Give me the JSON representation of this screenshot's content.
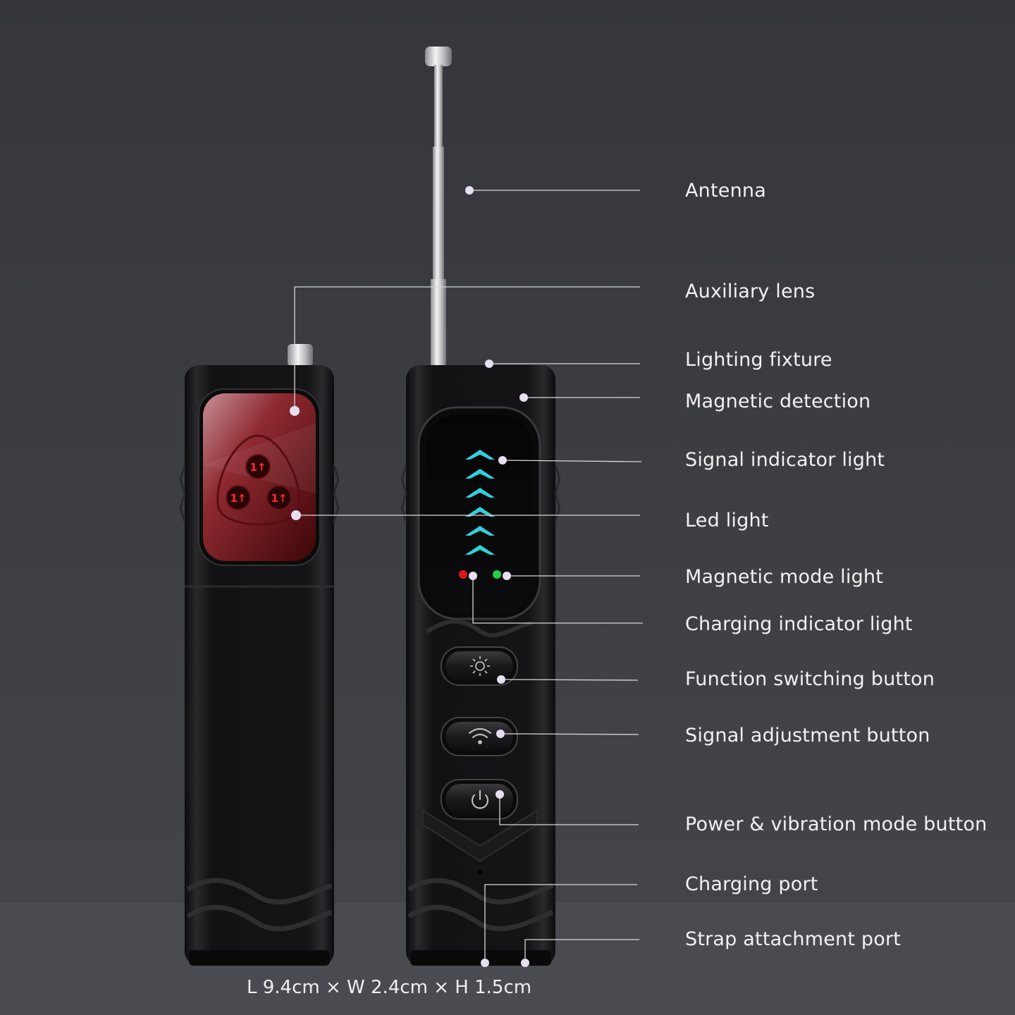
{
  "callouts": [
    {
      "id": "antenna",
      "label": "Antenna"
    },
    {
      "id": "auxiliary-lens",
      "label": "Auxiliary lens"
    },
    {
      "id": "lighting-fixture",
      "label": "Lighting fixture"
    },
    {
      "id": "magnetic-detection",
      "label": "Magnetic detection"
    },
    {
      "id": "signal-indicator-light",
      "label": "Signal indicator light"
    },
    {
      "id": "led-light",
      "label": "Led light"
    },
    {
      "id": "magnetic-mode-light",
      "label": "Magnetic mode light"
    },
    {
      "id": "charging-indicator-light",
      "label": "Charging indicator light"
    },
    {
      "id": "function-switching-button",
      "label": "Function switching button"
    },
    {
      "id": "signal-adjustment-button",
      "label": "Signal adjustment button"
    },
    {
      "id": "power-vibration-button",
      "label": "Power & vibration mode button"
    },
    {
      "id": "charging-port",
      "label": "Charging port"
    },
    {
      "id": "strap-attachment-port",
      "label": "Strap attachment port"
    }
  ],
  "dimensions": "L 9.4cm × W 2.4cm × H 1.5cm",
  "colors": {
    "background": "#3b3c41",
    "floor": "#4a4b50",
    "device_body": "#151517",
    "signal_chevrons": "#2fd0dc",
    "led_red": "#e0151a",
    "led_green": "#1fd14a",
    "lens_red": "#8a1a1e",
    "callout_line": "#d8d8d8"
  },
  "signal_level_bars": 6
}
